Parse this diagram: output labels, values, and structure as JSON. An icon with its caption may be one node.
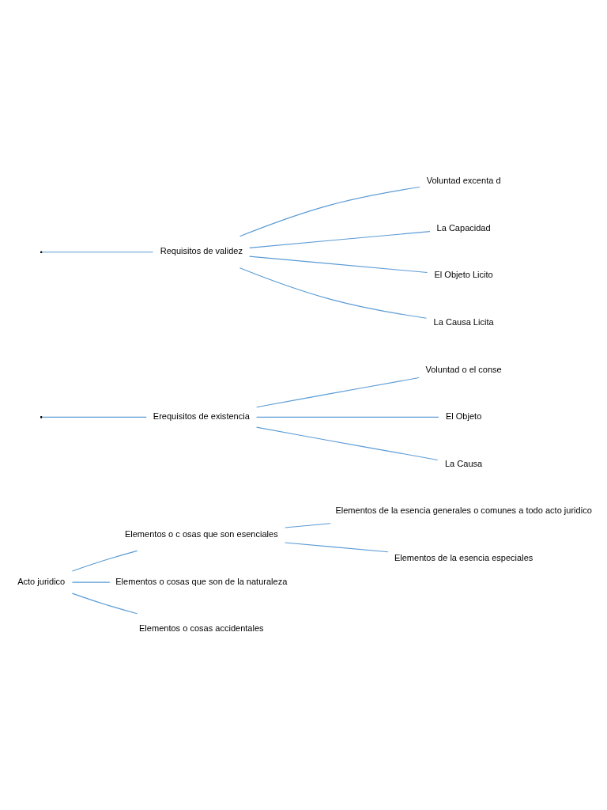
{
  "diagram": {
    "nodes": [
      {
        "text": [
          "Acto juridico"
        ]
      },
      {
        "text": [
          "Elementos o c osas que son esenciales"
        ]
      },
      {
        "text": [
          "Elementos o cosas que son de la naturaleza"
        ]
      },
      {
        "text": [
          "Elementos o cosas accidentales"
        ]
      },
      {
        "text": [
          "Elementos de la esencia generales o comunes a todo acto juridico"
        ]
      },
      {
        "text": [
          "Elementos de la esencia especiales"
        ]
      },
      {
        "text": [
          "Erequisitos de existencia"
        ]
      },
      {
        "text": [
          "Requisitos de validez"
        ]
      },
      {
        "text": [
          "Voluntad o el conse"
        ]
      },
      {
        "text": [
          "El Objeto"
        ]
      },
      {
        "text": [
          "La Causa"
        ]
      },
      {
        "text": [
          "Voluntad excenta d"
        ]
      },
      {
        "text": [
          "La Capacidad"
        ]
      },
      {
        "text": [
          "El Objeto Licito"
        ]
      },
      {
        "text": [
          "La Causa Licita"
        ]
      }
    ],
    "edges": [
      {
        "from": 0,
        "to": 1,
        "arrow": "none"
      },
      {
        "from": 0,
        "to": 2,
        "arrow": "none"
      },
      {
        "from": 0,
        "to": 3,
        "arrow": "none"
      },
      {
        "from": 1,
        "to": 4,
        "arrow": "none"
      },
      {
        "from": 1,
        "to": 5,
        "arrow": "none"
      },
      {
        "from": null,
        "to": 6,
        "arrow": "none"
      },
      {
        "from": null,
        "to": 7,
        "arrow": "none"
      },
      {
        "from": 6,
        "to": 8,
        "arrow": "none"
      },
      {
        "from": 6,
        "to": 9,
        "arrow": "none"
      },
      {
        "from": 6,
        "to": 10,
        "arrow": "none"
      },
      {
        "from": 7,
        "to": 11,
        "arrow": "none"
      },
      {
        "from": 7,
        "to": 12,
        "arrow": "none"
      },
      {
        "from": 7,
        "to": 13,
        "arrow": "none"
      },
      {
        "from": 7,
        "to": 14,
        "arrow": "none"
      }
    ]
  }
}
